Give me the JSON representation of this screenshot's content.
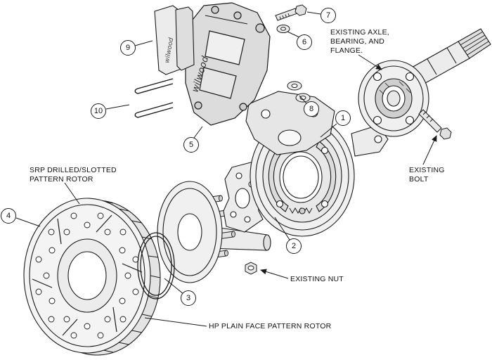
{
  "diagram": {
    "colors": {
      "background": "#ffffff",
      "ink": "#1a1a1a",
      "part_fill": "#ededed"
    },
    "callouts": [
      {
        "num": "1"
      },
      {
        "num": "2"
      },
      {
        "num": "3"
      },
      {
        "num": "4"
      },
      {
        "num": "5"
      },
      {
        "num": "6"
      },
      {
        "num": "7"
      },
      {
        "num": "8"
      },
      {
        "num": "9"
      },
      {
        "num": "10"
      }
    ],
    "annotations": {
      "axle_note": "EXISTING AXLE,\nBEARING, AND\nFLANGE.",
      "existing_bolt": "EXISTING\nBOLT",
      "existing_nut": "EXISTING NUT",
      "srp_rotor": "SRP DRILLED/SLOTTED\nPATTERN ROTOR",
      "hp_rotor": "HP PLAIN FACE PATTERN ROTOR"
    },
    "brand": {
      "caliper_logo": "wilwood",
      "pad_logo": "wilwood"
    }
  }
}
